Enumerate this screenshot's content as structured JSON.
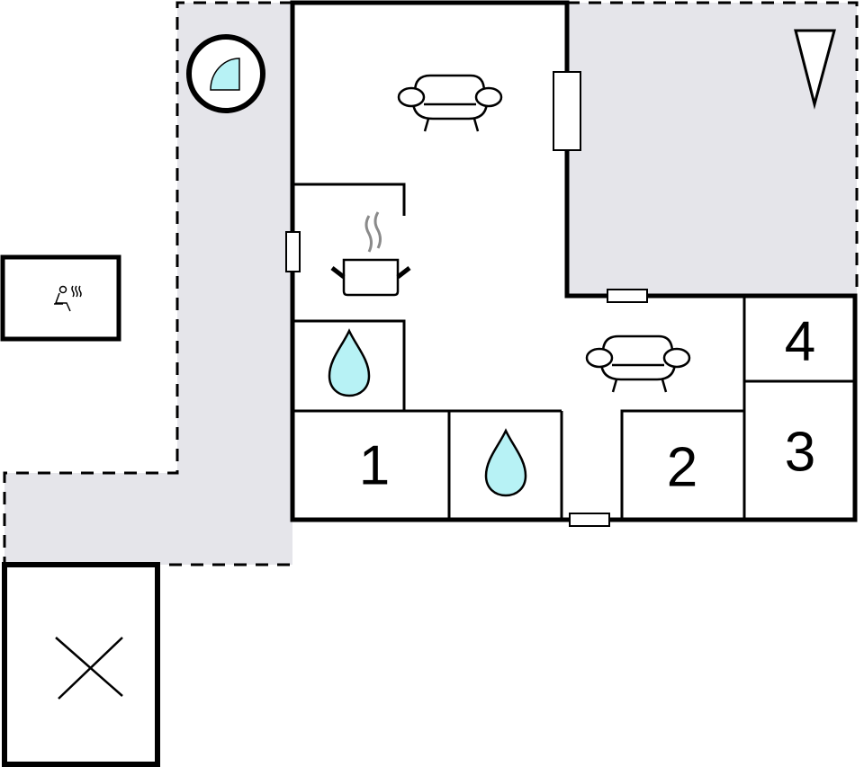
{
  "colors": {
    "terrace_fill": "#e5e5ea",
    "wall": "#000000",
    "water": "#b7f2f5",
    "background": "#ffffff",
    "steam": "#8a8a8a"
  },
  "rooms": [
    {
      "id": "bedroom-1",
      "label": "1"
    },
    {
      "id": "bedroom-2",
      "label": "2"
    },
    {
      "id": "bedroom-3",
      "label": "3"
    },
    {
      "id": "bedroom-4",
      "label": "4"
    }
  ],
  "icons": {
    "shower": "shower-icon",
    "sauna": "sauna-icon",
    "kitchen": "cooking-pot-icon",
    "living_room_upper": "sofa-icon",
    "living_room_lower": "sofa-icon",
    "bathroom_upper": "water-drop-icon",
    "bathroom_lower": "water-drop-icon",
    "north": "north-arrow-icon",
    "storage": "x-mark-icon"
  }
}
